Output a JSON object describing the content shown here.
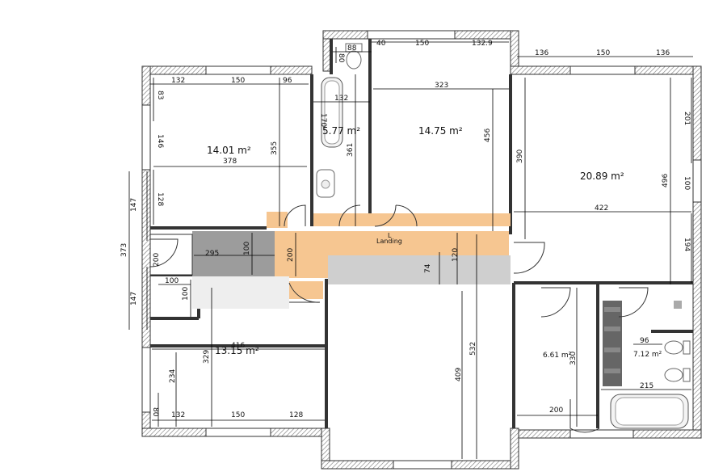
{
  "rooms": {
    "bedroom_top_left": "14.01 m²",
    "bathroom_top": "5.77 m²",
    "bedroom_top_middle": "14.75 m²",
    "bedroom_top_right": "20.89 m²",
    "bedroom_bottom_left": "13.15 m²",
    "room_small_a": "6.61 m²",
    "bathroom_bottom": "7.12 m²",
    "landing": "Landing",
    "landing_mark": "L"
  },
  "dimensions": {
    "d_132_a": "132",
    "d_150_a": "150",
    "d_96_a": "96",
    "d_83": "83",
    "d_146": "146",
    "d_378": "378",
    "d_355": "355",
    "d_128_a": "128",
    "d_147_a": "147",
    "d_373": "373",
    "d_147_b": "147",
    "d_295": "295",
    "d_100_a": "100",
    "d_200_a": "200",
    "d_100_b": "100",
    "d_100_c": "100",
    "d_200_b": "200",
    "d_80_a": "80",
    "d_88": "88",
    "d_40": "40",
    "d_150_b": "150",
    "d_1329": "132.9",
    "d_170": "170",
    "d_132_b": "132",
    "d_361": "361",
    "d_323": "323",
    "d_456": "456",
    "d_136_a": "136",
    "d_150_c": "150",
    "d_136_b": "136",
    "d_201": "201",
    "d_390": "390",
    "d_496": "496",
    "d_100_d": "100",
    "d_422": "422",
    "d_194": "194",
    "d_120": "120",
    "d_74": "74",
    "d_416": "416",
    "d_234": "234",
    "d_329": "329",
    "d_80_b": "80",
    "d_132_c": "132",
    "d_150_d": "150",
    "d_128_b": "128",
    "d_409": "409",
    "d_532": "532",
    "d_330": "330",
    "d_200_c": "200",
    "d_96_b": "96",
    "d_215": "215"
  },
  "colors": {
    "wall": "#4a4a4a",
    "hatch": "#8a8a8a",
    "landing": "#f6c691",
    "stairs": "#9c9c9c",
    "floor_grey": "#dcdcdc",
    "dim_line": "#000000"
  },
  "icons": [
    "door-swing-icon",
    "bathtub-icon",
    "toilet-icon",
    "sink-icon",
    "shower-icon"
  ]
}
